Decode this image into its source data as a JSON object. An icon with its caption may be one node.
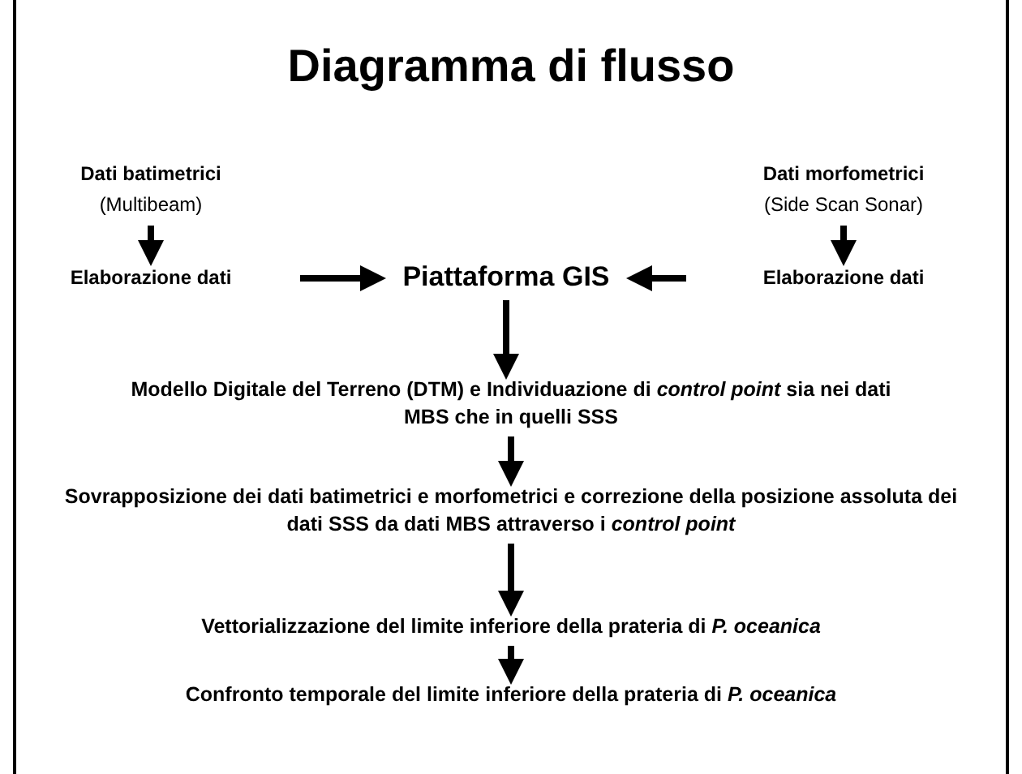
{
  "diagram": {
    "title": "Diagramma di flusso",
    "nodes": [
      {
        "text": [
          "Dati batimetrici",
          "(Multibeam)"
        ]
      },
      {
        "text": [
          "Elaborazione dati"
        ]
      },
      {
        "text": [
          "Dati morfometrici",
          "(Side Scan Sonar)"
        ]
      },
      {
        "text": [
          "Elaborazione dati"
        ]
      },
      {
        "text": [
          "Piattaforma GIS"
        ]
      },
      {
        "text": [
          "Modello Digitale del Terreno (DTM) e Individuazione di *control point* sia nei dati MBS che in quelli SSS"
        ]
      },
      {
        "text": [
          "Sovrapposizione dei dati batimetrici e morfometrici e correzione della posizione assoluta dei dati SSS da dati MBS attraverso i *control point*"
        ]
      },
      {
        "text": [
          "Vettorializzazione del limite inferiore della prateria di *P. oceanica*"
        ]
      },
      {
        "text": [
          "Confronto temporale del limite inferiore della prateria di *P. oceanica*"
        ]
      }
    ],
    "edges": [
      {
        "from": 0,
        "to": 1,
        "arrow": "to"
      },
      {
        "from": 2,
        "to": 3,
        "arrow": "to"
      },
      {
        "from": 1,
        "to": 4,
        "arrow": "to"
      },
      {
        "from": 3,
        "to": 4,
        "arrow": "to"
      },
      {
        "from": 4,
        "to": 5,
        "arrow": "to"
      },
      {
        "from": 5,
        "to": 6,
        "arrow": "to"
      },
      {
        "from": 6,
        "to": 7,
        "arrow": "to"
      },
      {
        "from": 7,
        "to": 8,
        "arrow": "to"
      }
    ]
  }
}
